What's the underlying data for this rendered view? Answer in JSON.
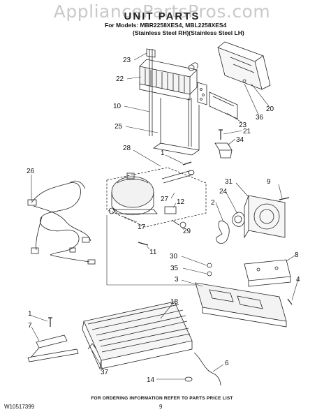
{
  "watermark": "AppliancePartsPros.com",
  "header": {
    "title": "UNIT PARTS",
    "models_line1": "For Models: MBR2258XES4, MBL2258XES4",
    "models_line2": "(Stainless Steel RH)(Stainless Steel LH)"
  },
  "callouts": [
    "23",
    "22",
    "10",
    "25",
    "28",
    "1",
    "26",
    "27",
    "12",
    "17",
    "29",
    "11",
    "20",
    "36",
    "23",
    "21",
    "34",
    "9",
    "31",
    "24",
    "2",
    "8",
    "30",
    "35",
    "3",
    "4",
    "18",
    "1",
    "7",
    "37",
    "6",
    "14"
  ],
  "footer": {
    "instruction": "FOR ORDERING INFORMATION REFER TO PARTS PRICE LIST",
    "doc_number": "W10517399",
    "page_number": "9"
  }
}
